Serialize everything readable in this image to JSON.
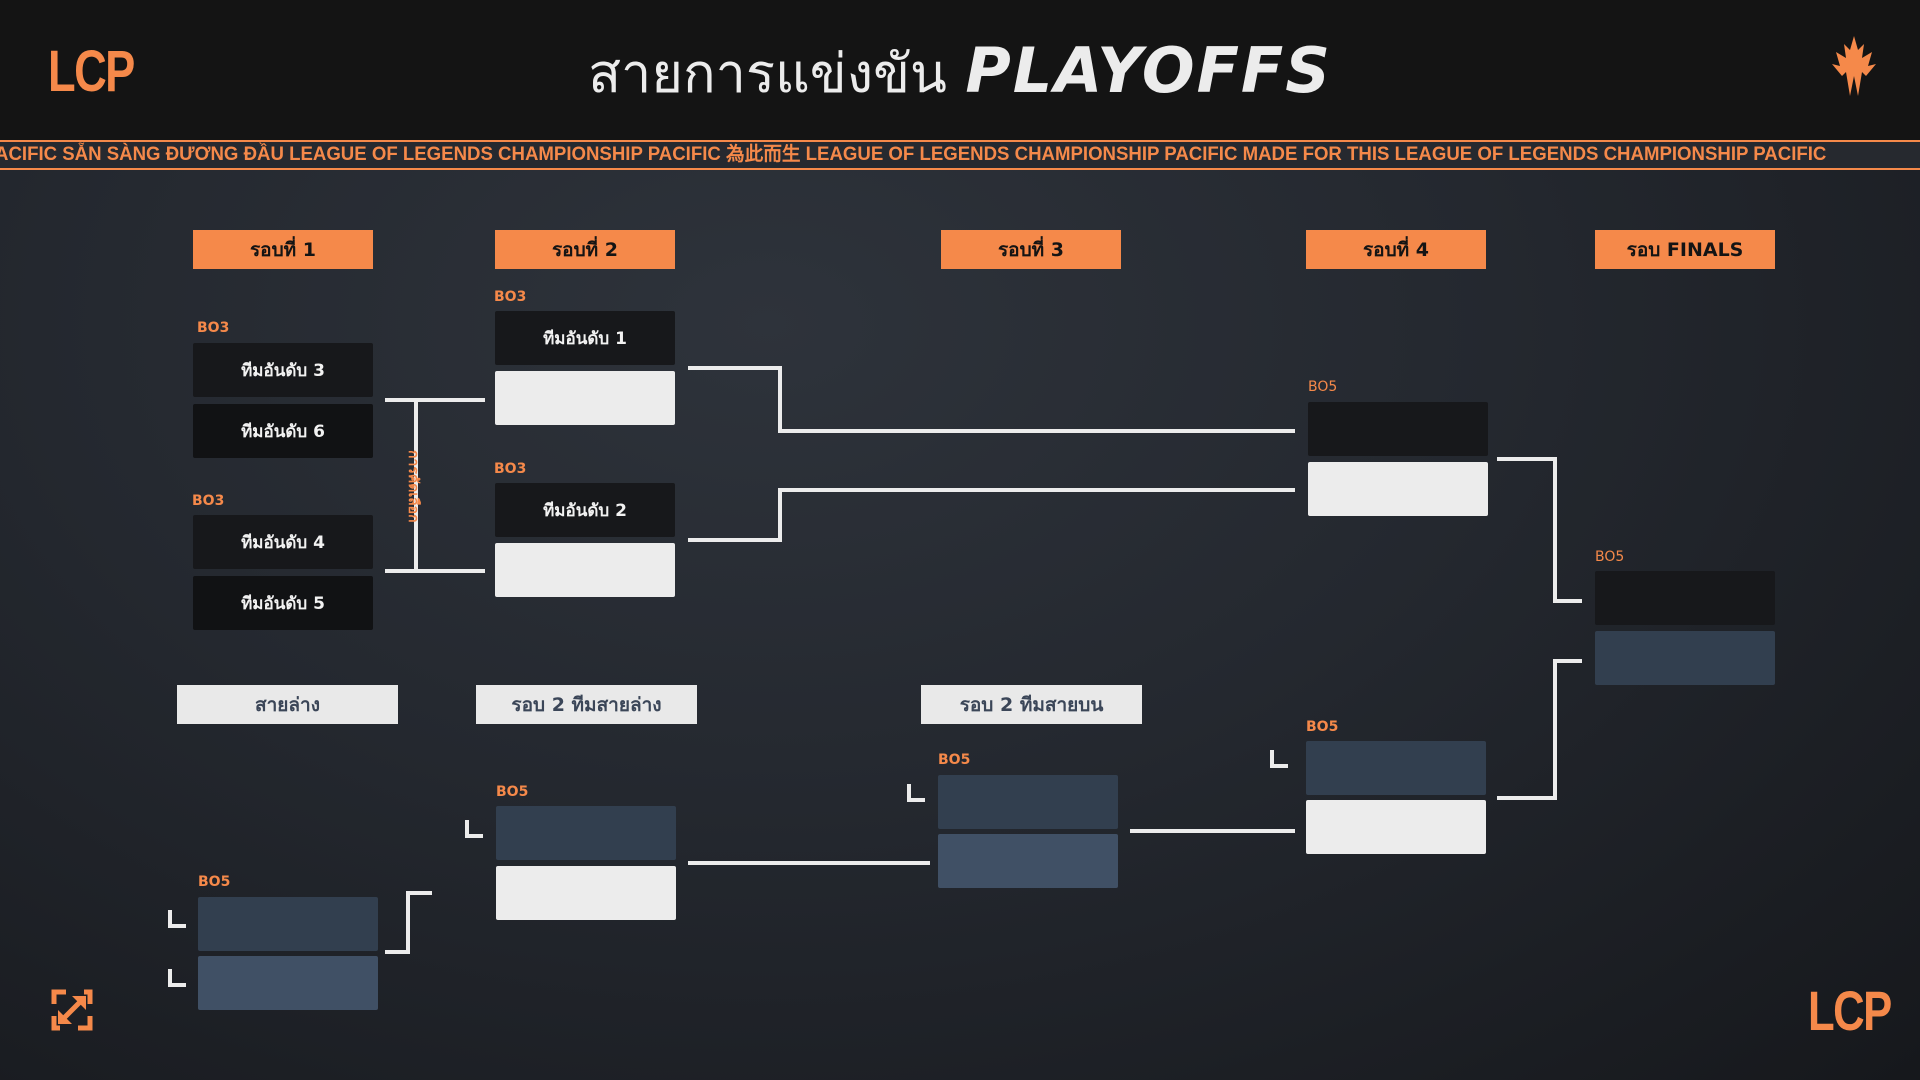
{
  "header": {
    "logo_text": "LCP",
    "title_thai": "สายการแข่งขัน",
    "title_en": "PLAYOFFS",
    "crest_icon": "lcp-crest-icon"
  },
  "ticker": {
    "text": "ACIFIC  SẴN SÀNG ĐƯƠNG ĐẦU  LEAGUE OF LEGENDS CHAMPIONSHIP PACIFIC  為此而生  LEAGUE OF LEGENDS CHAMPIONSHIP PACIFIC  MADE FOR THIS  LEAGUE OF LEGENDS CHAMPIONSHIP PACIFIC"
  },
  "colors": {
    "accent": "#f5894a",
    "dark_slot": "#17181b",
    "white_slot": "#ececec",
    "blue_slot_1": "#323f4f",
    "blue_slot_2": "#405065"
  },
  "rounds": [
    {
      "label": "รอบที่ 1"
    },
    {
      "label": "รอบที่ 2"
    },
    {
      "label": "รอบที่ 3"
    },
    {
      "label": "รอบที่ 4"
    },
    {
      "label": "รอบ FINALS"
    }
  ],
  "lower_labels": {
    "lower_bracket": "สายล่าง",
    "r2_lower": "รอบ 2 ทีมสายล่าง",
    "r2_upper": "รอบ 2 ทีมสายบน"
  },
  "selection_label": "การคัดเลือก",
  "matches": {
    "r1_a": {
      "format": "BO3",
      "teams": [
        "ทีมอันดับ 3",
        "ทีมอันดับ 6"
      ]
    },
    "r1_b": {
      "format": "BO3",
      "teams": [
        "ทีมอันดับ 4",
        "ทีมอันดับ 5"
      ]
    },
    "r2_a": {
      "format": "BO3",
      "teams": [
        "ทีมอันดับ 1",
        ""
      ]
    },
    "r2_b": {
      "format": "BO3",
      "teams": [
        "ทีมอันดับ 2",
        ""
      ]
    },
    "r4_upper": {
      "format": "BO5",
      "teams": [
        "",
        ""
      ]
    },
    "finals": {
      "format": "BO5",
      "teams": [
        "",
        ""
      ]
    },
    "lower_r1": {
      "format": "BO5",
      "teams": [
        "",
        ""
      ]
    },
    "lower_r2": {
      "format": "BO5",
      "teams": [
        "",
        ""
      ]
    },
    "lower_r3": {
      "format": "BO5",
      "teams": [
        "",
        ""
      ]
    },
    "r4_lower": {
      "format": "BO5",
      "teams": [
        "",
        ""
      ]
    }
  },
  "footer": {
    "expand_icon": "expand-icon",
    "logo_text": "LCP"
  }
}
